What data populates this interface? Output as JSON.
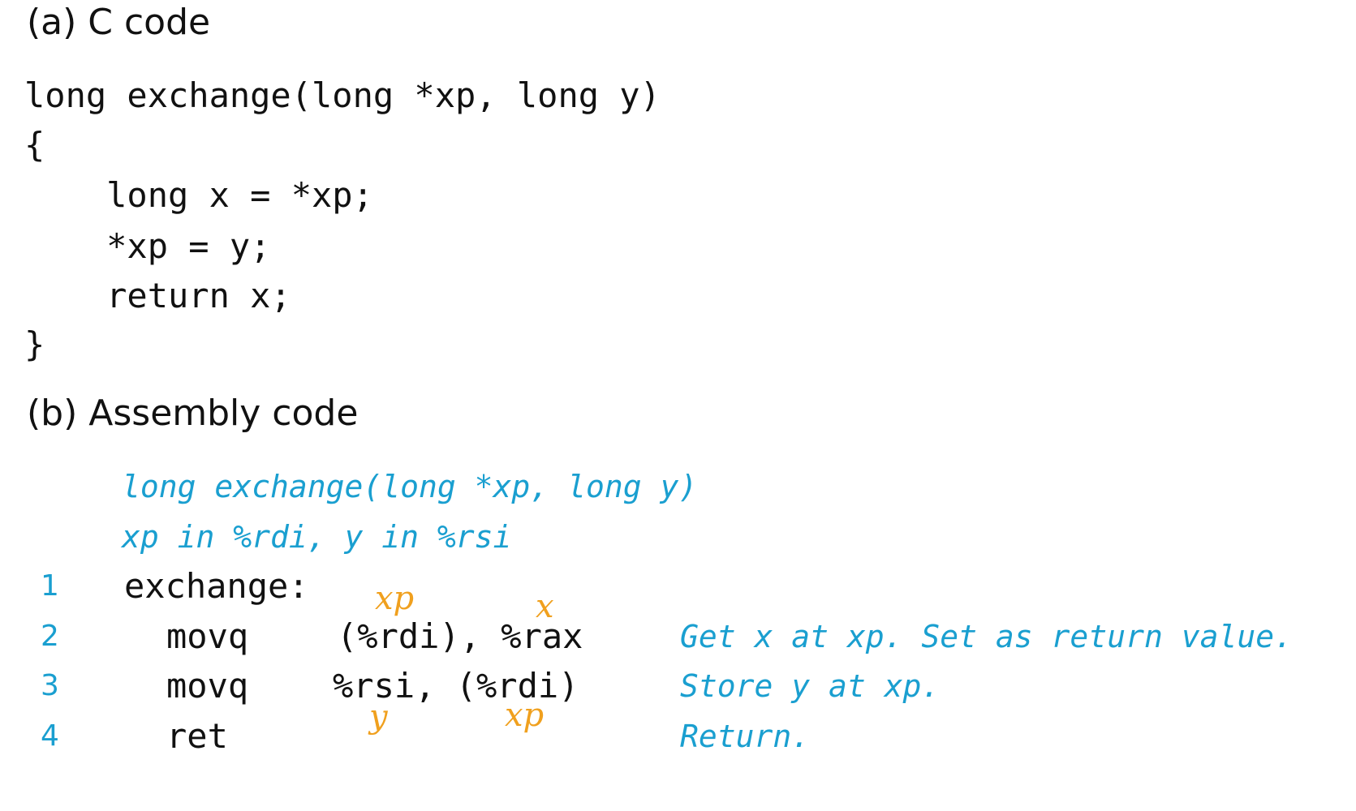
{
  "section_a": {
    "heading": "(a) C code",
    "code_lines": [
      "long exchange(long *xp, long y)",
      "{",
      "    long x = *xp;",
      "    *xp = y;",
      "    return x;",
      "}"
    ]
  },
  "section_b": {
    "heading": "(b) Assembly code",
    "header_comments": [
      "long exchange(long *xp, long y)",
      "xp in %rdi, y in %rsi"
    ],
    "lines": [
      {
        "num": "1",
        "label": "exchange:",
        "op": "",
        "operands": "",
        "comment": ""
      },
      {
        "num": "2",
        "label": "",
        "op": "movq",
        "operands": "(%rdi), %rax",
        "comment": "Get x at xp. Set as return value."
      },
      {
        "num": "3",
        "label": "",
        "op": "movq",
        "operands": "%rsi, (%rdi)",
        "comment": "Store y at xp."
      },
      {
        "num": "4",
        "label": "",
        "op": "ret",
        "operands": "",
        "comment": "Return."
      }
    ],
    "annotations": {
      "rdi_src": "xp",
      "rax_dst": "x",
      "rsi_src": "y",
      "rdi_dst": "xp",
      "color": "#f0a01e"
    }
  },
  "colors": {
    "comment": "#1a9fd0",
    "text": "#111111"
  }
}
